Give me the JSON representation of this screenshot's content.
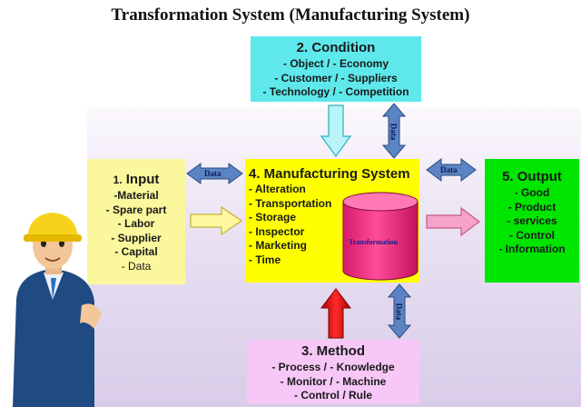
{
  "title": "Transformation System (Manufacturing System)",
  "condition": {
    "heading": "2. Condition",
    "lines": [
      "- Object  / - Economy",
      "- Customer / - Suppliers",
      "- Technology / - Competition"
    ]
  },
  "input": {
    "heading_num": "1.",
    "heading": "Input",
    "lines": [
      "-Material",
      "- Spare part",
      "- Labor",
      "- Supplier",
      "- Capital",
      "- Data"
    ]
  },
  "manufacturing": {
    "heading": "4. Manufacturing System",
    "lines": [
      "- Alteration",
      "- Transportation",
      "- Storage",
      "- Inspector",
      "- Marketing",
      "- Time"
    ],
    "cylinder_label": "Transformation"
  },
  "output": {
    "heading": "5. Output",
    "lines": [
      "- Good",
      "- Product",
      "- services",
      "- Control",
      "- Information"
    ]
  },
  "method": {
    "heading": "3. Method",
    "lines": [
      "- Process / - Knowledge",
      "- Monitor / - Machine",
      "- Control / Rule"
    ]
  },
  "arrows": {
    "data_label": "Data"
  },
  "colors": {
    "condition": "#5ee8ec",
    "input": "#fbf79c",
    "manufacturing": "#ffff00",
    "output": "#00e600",
    "method": "#f6c7f7",
    "cylinder": "#ff3b8c",
    "data_arrow": "#5b84c4",
    "method_arrow": "#ee1111"
  }
}
